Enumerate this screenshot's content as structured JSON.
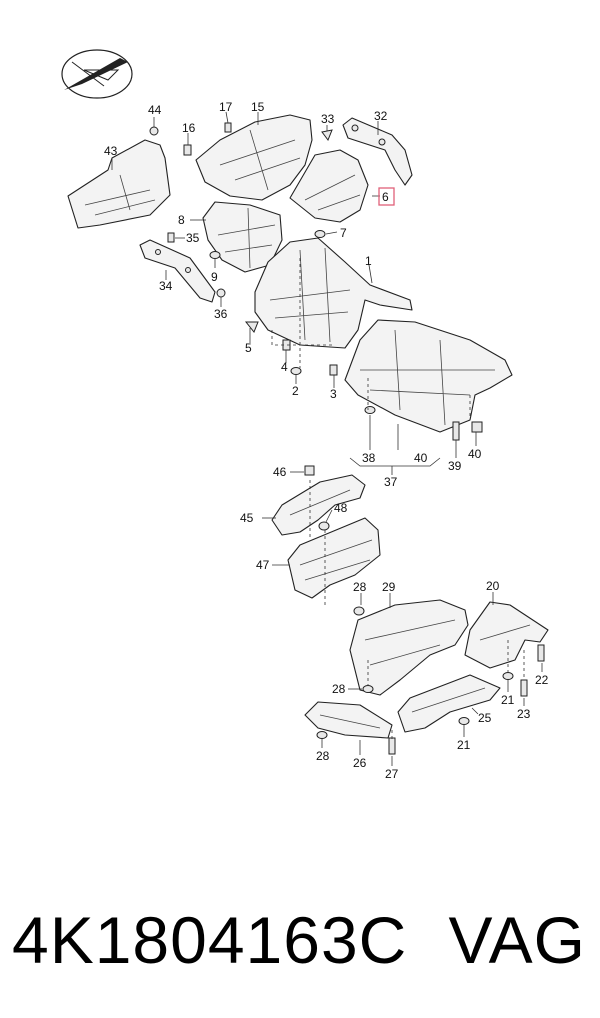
{
  "caption": {
    "part_number": "4K1804163C",
    "brand": "VAG"
  },
  "callouts": {
    "c1": "1",
    "c2": "2",
    "c3": "3",
    "c4": "4",
    "c5": "5",
    "c6": "6",
    "c7": "7",
    "c8": "8",
    "c9": "9",
    "c15": "15",
    "c16": "16",
    "c17": "17",
    "c20": "20",
    "c21a": "21",
    "c21b": "21",
    "c22": "22",
    "c23": "23",
    "c25": "25",
    "c26": "26",
    "c27": "27",
    "c28a": "28",
    "c28b": "28",
    "c28c": "28",
    "c29": "29",
    "c32": "32",
    "c33": "33",
    "c34": "34",
    "c35": "35",
    "c36": "36",
    "c37": "37",
    "c38": "38",
    "c39": "39",
    "c40a": "40",
    "c40b": "40",
    "c43": "43",
    "c44": "44",
    "c45": "45",
    "c46": "46",
    "c47": "47",
    "c48": "48"
  },
  "highlight": {
    "color": "#e0607a",
    "callout": "6"
  }
}
